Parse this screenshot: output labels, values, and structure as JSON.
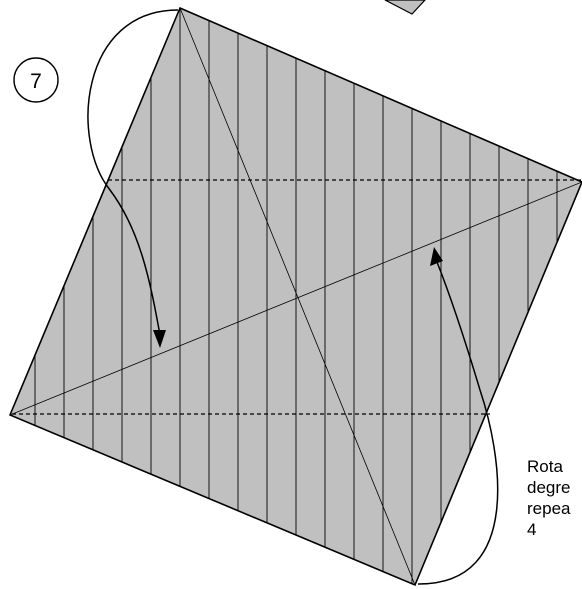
{
  "step": {
    "number": "7"
  },
  "instruction": {
    "lines": [
      "Rota",
      "degre",
      "repea",
      "4"
    ]
  },
  "colors": {
    "paper_fill": "#c0c0c0",
    "line": "#000000",
    "background": "#ffffff"
  },
  "icons": {
    "fold_arrow_left": "curved-arrow-icon",
    "fold_arrow_right": "curved-arrow-icon"
  }
}
